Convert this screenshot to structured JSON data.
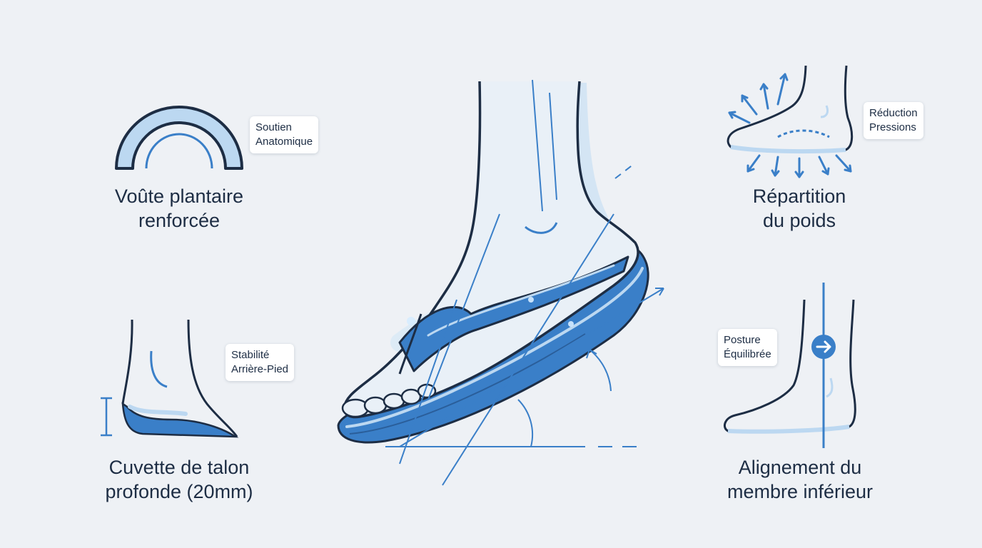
{
  "colors": {
    "background": "#eef1f5",
    "ink": "#1d2d44",
    "accent": "#3a7fc8",
    "accent_light": "#bcd8f1",
    "accent_dark": "#2a5e9a"
  },
  "features": {
    "arch": {
      "icon": "arch-support-icon",
      "callout": [
        "Soutien",
        "Anatomique"
      ],
      "title": [
        "Voûte plantaire",
        "renforcée"
      ]
    },
    "weight": {
      "icon": "weight-distribution-icon",
      "callout": [
        "Réduction",
        "Pressions"
      ],
      "title": [
        "Répartition",
        "du poids"
      ]
    },
    "heel": {
      "icon": "heel-cup-icon",
      "callout": [
        "Stabilité",
        "Arrière-Pied"
      ],
      "title": [
        "Cuvette de talon",
        "profonde (20mm)"
      ]
    },
    "alignment": {
      "icon": "limb-alignment-icon",
      "callout": [
        "Posture",
        "Équilibrée"
      ],
      "title": [
        "Alignement du",
        "membre inférieur"
      ]
    }
  },
  "center": {
    "icon": "foot-in-flip-flop-icon"
  }
}
